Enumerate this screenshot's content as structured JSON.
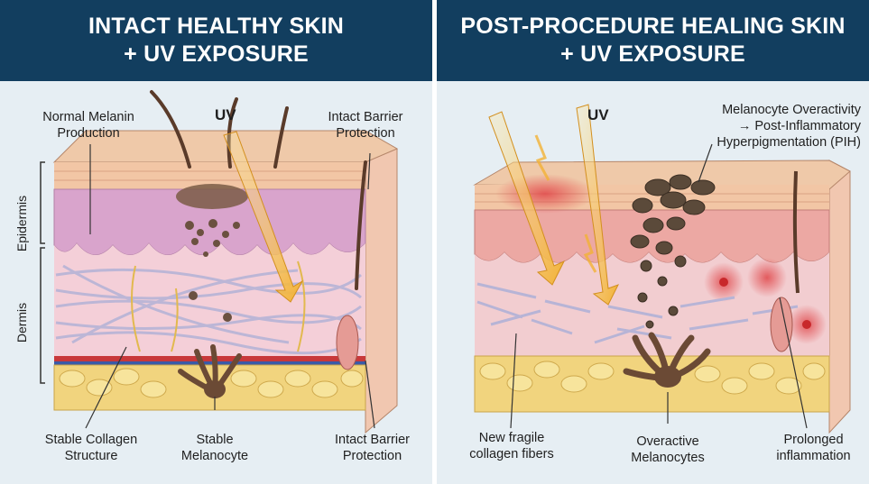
{
  "left_panel": {
    "title_line1": "INTACT HEALTHY SKIN",
    "title_line2": "+ UV EXPOSURE",
    "uv_label": "UV",
    "side_labels": {
      "epidermis": "Epidermis",
      "dermis": "Dermis"
    },
    "labels": {
      "melanin_line1": "Normal Melanin",
      "melanin_line2": "Production",
      "barrier_top_line1": "Intact Barrier",
      "barrier_top_line2": "Protection",
      "collagen_line1": "Stable Collagen",
      "collagen_line2": "Structure",
      "melanocyte_line1": "Stable",
      "melanocyte_line2": "Melanocyte",
      "barrier_bottom_line1": "Intact Barrier",
      "barrier_bottom_line2": "Protection"
    }
  },
  "right_panel": {
    "title_line1": "POST-PROCEDURE HEALING SKIN",
    "title_line2": "+ UV EXPOSURE",
    "uv_label": "UV",
    "labels": {
      "pih_line1": "Melanocyte Overactivity",
      "pih_line2": "→ Post-Inflammatory",
      "pih_line3": "Hyperpigmentation (PIH)",
      "collagen_line1": "New fragile",
      "collagen_line2": "collagen fibers",
      "melanocytes_line1": "Overactive",
      "melanocytes_line2": "Melanocytes",
      "inflammation_line1": "Prolonged",
      "inflammation_line2": "inflammation"
    }
  },
  "colors": {
    "header": "#123e5f",
    "background": "#e6eef3",
    "uv_arrow": "#f2b134",
    "pigment": "#5b4a3a",
    "inflammation": "#e0474a"
  }
}
